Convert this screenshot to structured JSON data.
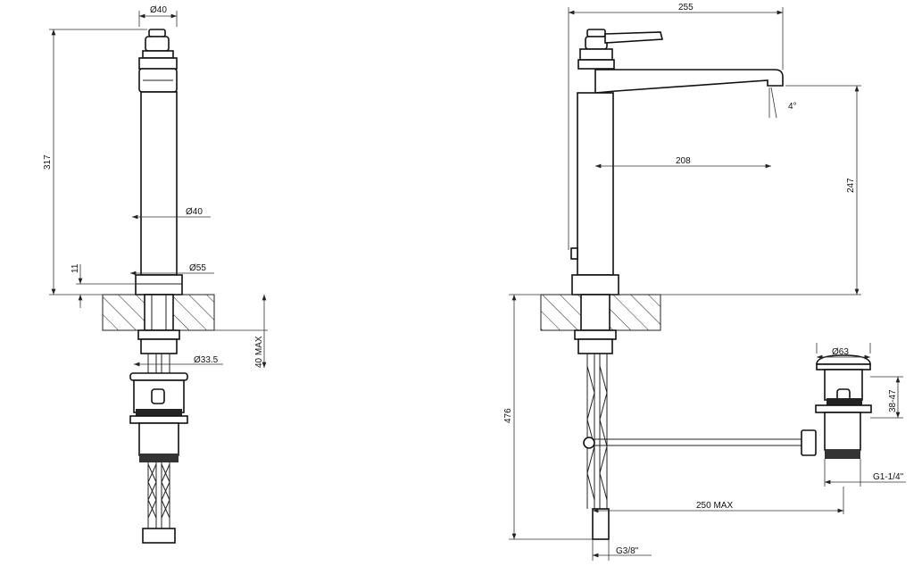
{
  "front_view": {
    "top_diameter": "Ø40",
    "height": "317",
    "body_diameter": "Ø40",
    "base_height": "11",
    "base_diameter": "Ø55",
    "counter_thickness": "40 MAX",
    "shank_diameter": "Ø33.5"
  },
  "side_view": {
    "total_reach": "255",
    "spout_angle": "4°",
    "spout_reach": "208",
    "spout_height": "247",
    "total_length": "476",
    "drain_diameter": "Ø63",
    "drain_range": "38-47",
    "drain_thread": "G1-1/4\"",
    "rod_length": "250 MAX",
    "hose_thread": "G3/8\""
  }
}
